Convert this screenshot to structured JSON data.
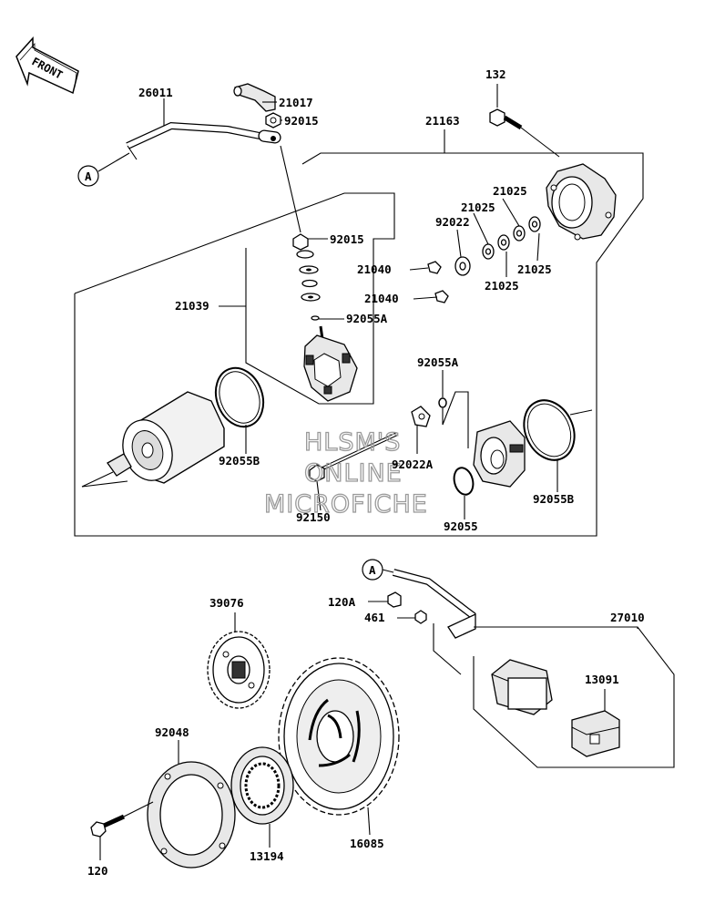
{
  "direction_label": "FRONT",
  "watermark": [
    "HLSM'S",
    "ONLINE",
    "MICROFICHE"
  ],
  "reference_marks": [
    "A",
    "A"
  ],
  "parts": {
    "p26011": "26011",
    "p21017": "21017",
    "p92015a": "92015",
    "p92015b": "92015",
    "p132": "132",
    "p21163": "21163",
    "p21025a": "21025",
    "p21025b": "21025",
    "p21025c": "21025",
    "p21025d": "21025",
    "p92022": "92022",
    "p21040a": "21040",
    "p21040b": "21040",
    "p21039": "21039",
    "p92055a1": "92055A",
    "p92055a2": "92055A",
    "p92055b1": "92055B",
    "p92055b2": "92055B",
    "p92022a": "92022A",
    "p92150": "92150",
    "p92055": "92055",
    "p120a": "120A",
    "p461": "461",
    "p27010": "27010",
    "p13091": "13091",
    "p39076": "39076",
    "p92048": "92048",
    "p120": "120",
    "p13194": "13194",
    "p16085": "16085"
  }
}
